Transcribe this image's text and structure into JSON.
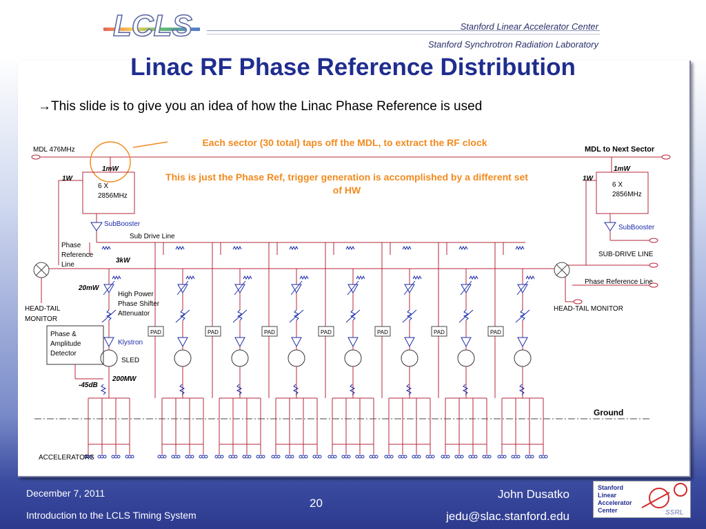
{
  "header": {
    "logo_text": "LCLS",
    "org_line1": "Stanford Linear Accelerator Center",
    "org_line2": "Stanford Synchrotron Radiation Laboratory"
  },
  "title": "Linac RF Phase Reference Distribution",
  "subtitle": "→This slide is to give you an idea of how the Linac Phase Reference is used",
  "notes": {
    "tap_note": "Each sector (30 total) taps off the MDL, to extract the RF clock",
    "phase_ref_note": "This is just the Phase Ref, trigger generation is accomplished by a different set of HW"
  },
  "diagram": {
    "mdl_label": "MDL 476MHz",
    "mdl_next": "MDL to Next Sector",
    "power_1mw": "1mW",
    "power_1w": "1W",
    "mult_6x": "6 X",
    "mult_freq": "2856MHz",
    "subbooster": "SubBooster",
    "sub_drive_line": "Sub Drive Line",
    "sub_drive_line_right": "SUB-DRIVE LINE",
    "phase_ref_line_1": "Phase",
    "phase_ref_line_2": "Reference",
    "phase_ref_line_3": "Line",
    "phase_ref_line_right": "Phase Reference Line",
    "power_3kw": "3kW",
    "power_20mw": "20mW",
    "hp_phase_1": "High Power",
    "hp_phase_2": "Phase Shifter",
    "hp_phase_3": "Attenuator",
    "head_tail_1": "HEAD-TAIL",
    "head_tail_2": "MONITOR",
    "head_tail_right": "HEAD-TAIL MONITOR",
    "pad": "PAD",
    "klystron": "Klystron",
    "sled": "SLED",
    "pad_det_1": "Phase &",
    "pad_det_2": "Amplitude",
    "pad_det_3": "Detector",
    "power_200mw": "200MW",
    "atten_45db": "-45dB",
    "ground": "Ground",
    "accelerators": "ACCELERATORS"
  },
  "footer": {
    "date": "December 7, 2011",
    "course": "Introduction to the LCLS Timing System",
    "page": "20",
    "author": "John Dusatko",
    "email": "jedu@slac.stanford.edu"
  },
  "slac_logo": {
    "line1": "Stanford",
    "line2": "Linear",
    "line3": "Accelerator",
    "line4": "Center",
    "tag": "SSRL"
  },
  "colors": {
    "title": "#1f2d8f",
    "note": "#f28a1e",
    "wire": "#b5243a",
    "wire_blue": "#1a2aa8"
  }
}
